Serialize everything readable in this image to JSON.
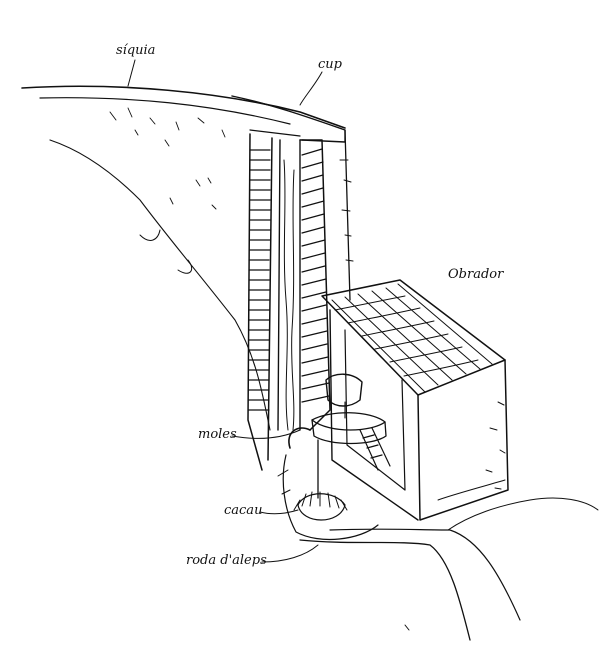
{
  "labels": {
    "siquia": "síquia",
    "cup": "cup",
    "obrador": "Obrador",
    "moles": "moles",
    "cacau": "cacau",
    "roda_daleps": "roda d'aleps"
  }
}
